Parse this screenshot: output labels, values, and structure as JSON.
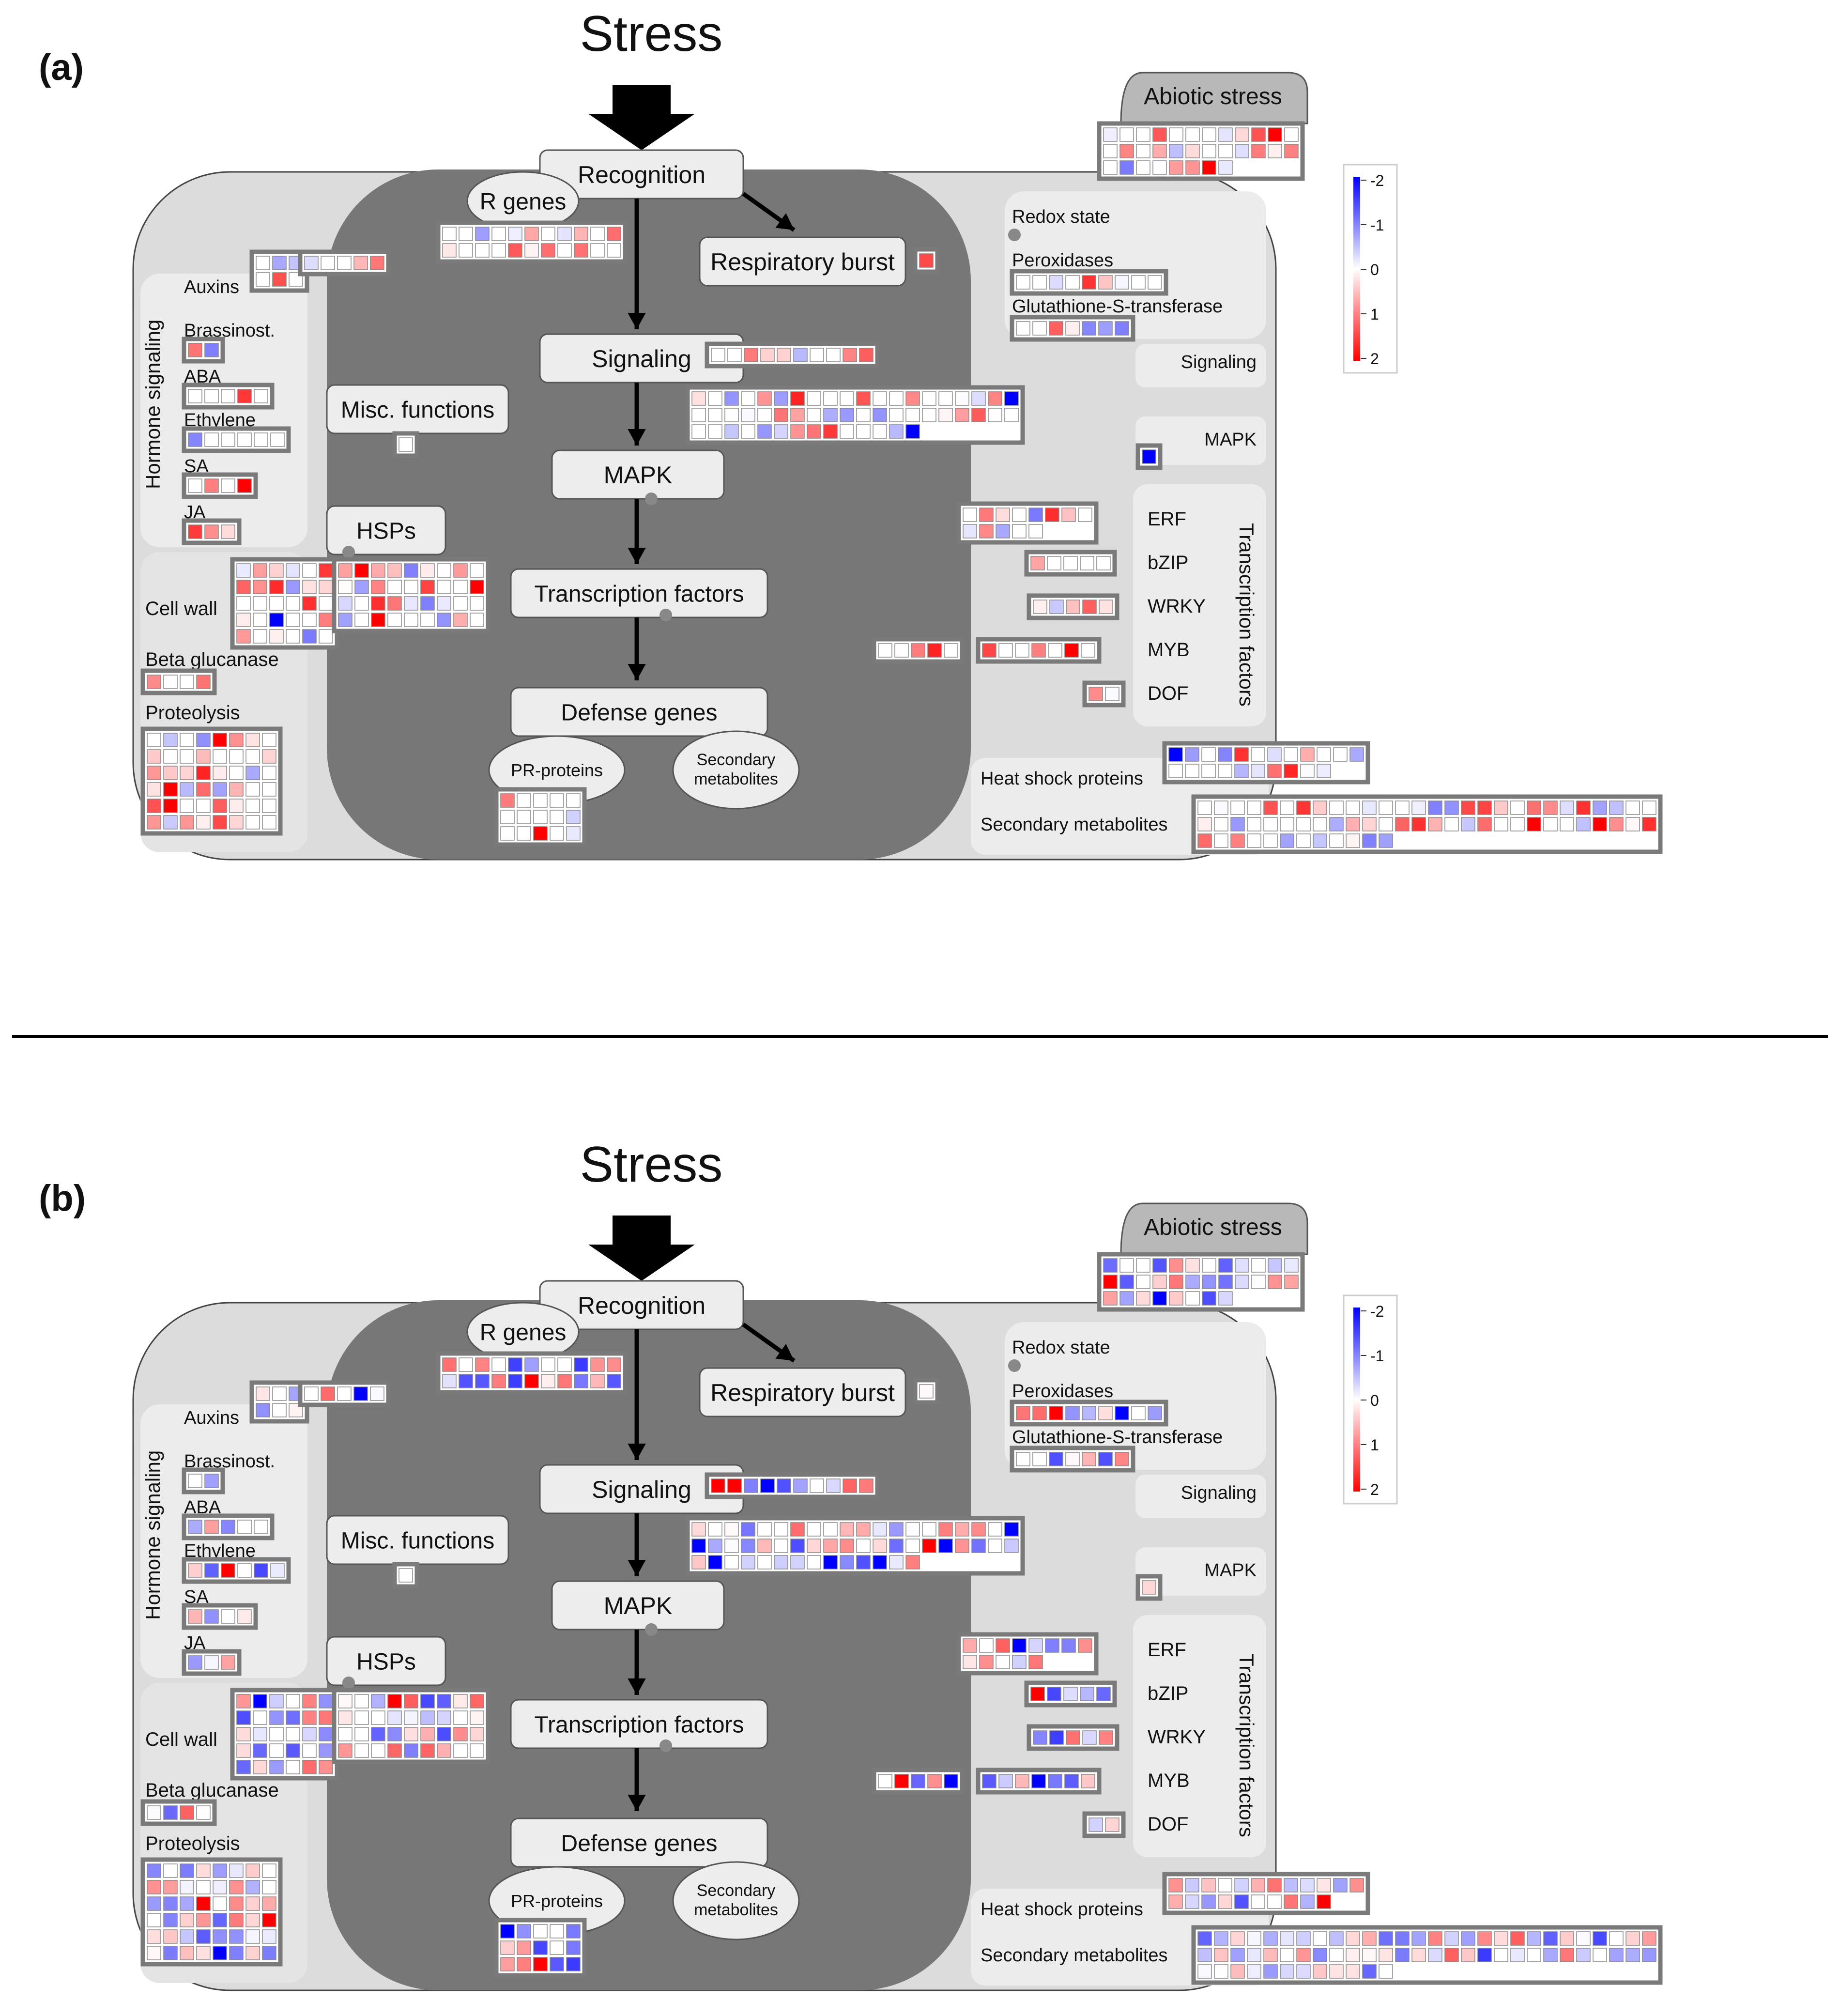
{
  "panels": [
    {
      "id": "a",
      "label": "(a)",
      "stress": "Stress",
      "seed": 11,
      "intensity": 0.55,
      "bias": 0.25
    },
    {
      "id": "b",
      "label": "(b)",
      "stress": "Stress",
      "seed": 29,
      "intensity": 0.8,
      "bias": -0.1
    }
  ],
  "labels": {
    "recognition": "Recognition",
    "r_genes": "R genes",
    "respiratory_burst": "Respiratory burst",
    "signaling": "Signaling",
    "mapk": "MAPK",
    "misc_functions": "Misc. functions",
    "hsps": "HSPs",
    "transcription_factors": "Transcription factors",
    "defense_genes": "Defense genes",
    "pr_proteins": "PR-proteins",
    "secondary_metabolites_line1": "Secondary",
    "secondary_metabolites_line2": "metabolites",
    "abiotic_stress": "Abiotic stress",
    "redox_state": "Redox state",
    "peroxidases": "Peroxidases",
    "glutathione": "Glutathione-S-transferase",
    "signaling_right": "Signaling",
    "mapk_right": "MAPK",
    "erf": "ERF",
    "bzip": "bZIP",
    "wrky": "WRKY",
    "myb": "MYB",
    "dof": "DOF",
    "transcription_factors_vertical": "Transcription factors",
    "heat_shock_proteins": "Heat shock proteins",
    "secondary_metabolites_right": "Secondary metabolites",
    "hormone_signaling": "Hormone signaling",
    "auxins": "Auxins",
    "brassinost": "Brassinost.",
    "aba": "ABA",
    "ethylene": "Ethylene",
    "sa": "SA",
    "ja": "JA",
    "cell_wall": "Cell wall",
    "beta_glucanase": "Beta glucanase",
    "proteolysis": "Proteolysis"
  },
  "legend": {
    "ticks": [
      "-2",
      "-1",
      "0",
      "1",
      "2"
    ],
    "colors": {
      "negative": "#0000ff",
      "neutral": "#ffffff",
      "positive": "#ff0000"
    }
  },
  "colors": {
    "outer_cell": "#dcdcdc",
    "inner_cell": "#777777",
    "side_panel": "#ececec",
    "box_fill": "#ededed",
    "box_stroke": "#555555",
    "cell_border": "#777777",
    "abiotic_tab": "#b8b8b8"
  }
}
